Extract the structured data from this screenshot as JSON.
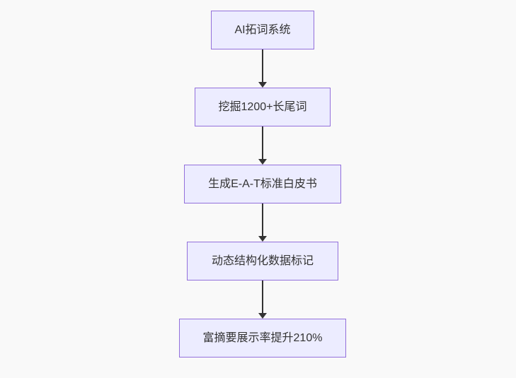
{
  "canvas": {
    "background_color": "#f9f9f9"
  },
  "flowchart": {
    "type": "flowchart-top-down",
    "node_fill_color": "#ECECFF",
    "node_border_color": "#9370DB",
    "node_text_color": "#333333",
    "arrow_color": "#333333",
    "nodes": [
      {
        "label": "AI拓词系统"
      },
      {
        "label": "挖掘1200+长尾词"
      },
      {
        "label": "生成E-A-T标准白皮书"
      },
      {
        "label": "动态结构化数据标记"
      },
      {
        "label": "富摘要展示率提升210%"
      }
    ],
    "edges": [
      {
        "from": "AI拓词系统",
        "to": "挖掘1200+长尾词"
      },
      {
        "from": "挖掘1200+长尾词",
        "to": "生成E-A-T标准白皮书"
      },
      {
        "from": "生成E-A-T标准白皮书",
        "to": "动态结构化数据标记"
      },
      {
        "from": "动态结构化数据标记",
        "to": "富摘要展示率提升210%"
      }
    ]
  }
}
